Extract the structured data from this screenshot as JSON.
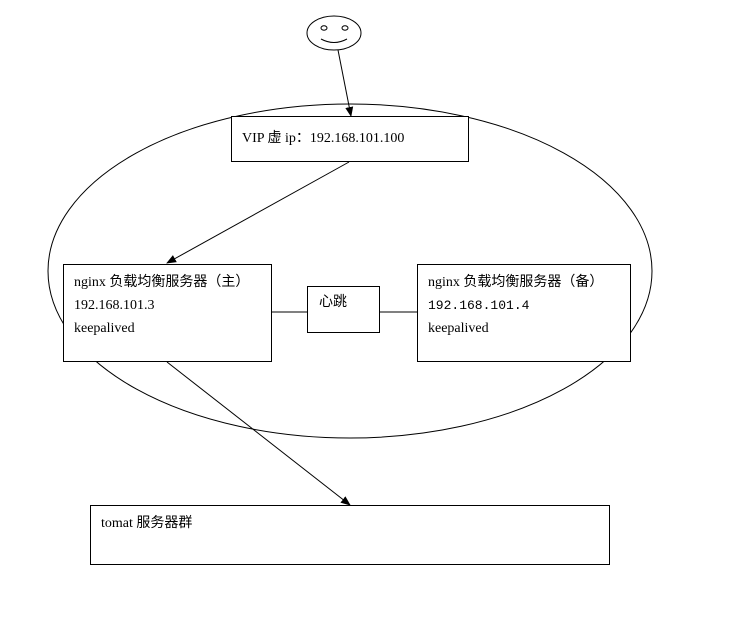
{
  "diagram": {
    "vip": {
      "label": "VIP 虚 ip：192.168.101.100"
    },
    "primary": {
      "title": "nginx 负载均衡服务器（主）",
      "ip": "192.168.101.3",
      "service": "keepalived"
    },
    "backup": {
      "title": "nginx 负载均衡服务器（备）",
      "ip": "192.168.101.4",
      "service": "keepalived"
    },
    "heartbeat": {
      "label": "心跳"
    },
    "tomcat": {
      "label": "tomat 服务器群"
    },
    "icons": {
      "user": "smiley-face-icon"
    },
    "colors": {
      "stroke": "#000000",
      "background": "#ffffff"
    }
  }
}
